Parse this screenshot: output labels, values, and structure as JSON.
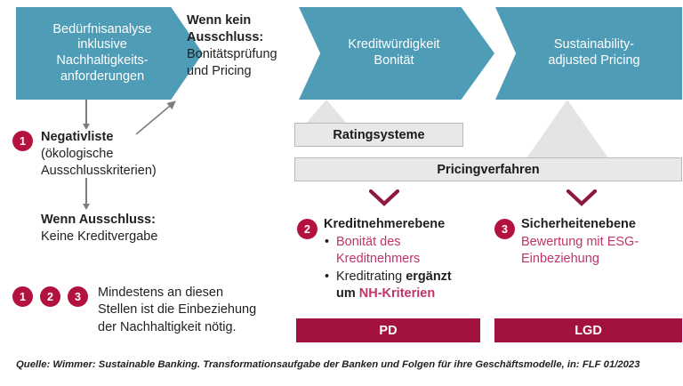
{
  "process_steps": [
    {
      "id": "step-beduerfnisanalyse",
      "lines": [
        "Bedürfnisanalyse",
        "inklusive",
        "Nachhaltigkeits-",
        "anforderungen"
      ]
    },
    {
      "id": "step-kreditwuerdigkeit",
      "lines": [
        "Kreditwürdigkeit",
        "Bonität"
      ]
    },
    {
      "id": "step-sustainability-pricing",
      "lines": [
        "Sustainability-",
        "adjusted Pricing"
      ]
    }
  ],
  "no_exclusion_note": {
    "heading_line1": "Wenn kein",
    "heading_line2": "Ausschluss:",
    "body_line1": "Bonitätsprüfung",
    "body_line2": "und Pricing"
  },
  "negative_list": {
    "badge": "1",
    "heading": "Negativliste",
    "body_line1": "(ökologische",
    "body_line2": "Ausschlusskriterien)"
  },
  "exclusion_note": {
    "heading": "Wenn Ausschluss:",
    "body": "Keine Kreditvergabe"
  },
  "legend": {
    "badges": [
      "1",
      "2",
      "3"
    ],
    "text_line1": "Mindestens an diesen",
    "text_line2": "Stellen ist die Einbeziehung",
    "text_line3": "der Nachhaltigkeit nötig."
  },
  "system_boxes": {
    "rating": "Ratingsysteme",
    "pricing": "Pricingverfahren"
  },
  "borrower_level": {
    "badge": "2",
    "heading": "Kreditnehmerebene",
    "bullet1_line1": "Bonität des",
    "bullet1_line2": "Kreditnehmers",
    "bullet2_part1": "Kreditrating ",
    "bullet2_part2": "ergänzt",
    "bullet2_part3": "um ",
    "bullet2_part4": "NH-Kriterien"
  },
  "collateral_level": {
    "badge": "3",
    "heading": "Sicherheitenebene",
    "body_line1": "Bewertung mit ESG-",
    "body_line2": "Einbeziehung"
  },
  "outcome_bars": {
    "pd": "PD",
    "lgd": "LGD"
  },
  "source": "Quelle: Wimmer: Sustainable Banking. Transformationsaufgabe der Banken und Folgen für ihre Geschäftsmodelle, in: FLF 01/2023",
  "colors": {
    "teal": "#4e9cb6",
    "crimson": "#b3123f",
    "dark_red": "#a3123f",
    "pink_text": "#c0336b",
    "gray_box": "#e8e8e8",
    "arrow_gray": "#7d7d7d"
  }
}
